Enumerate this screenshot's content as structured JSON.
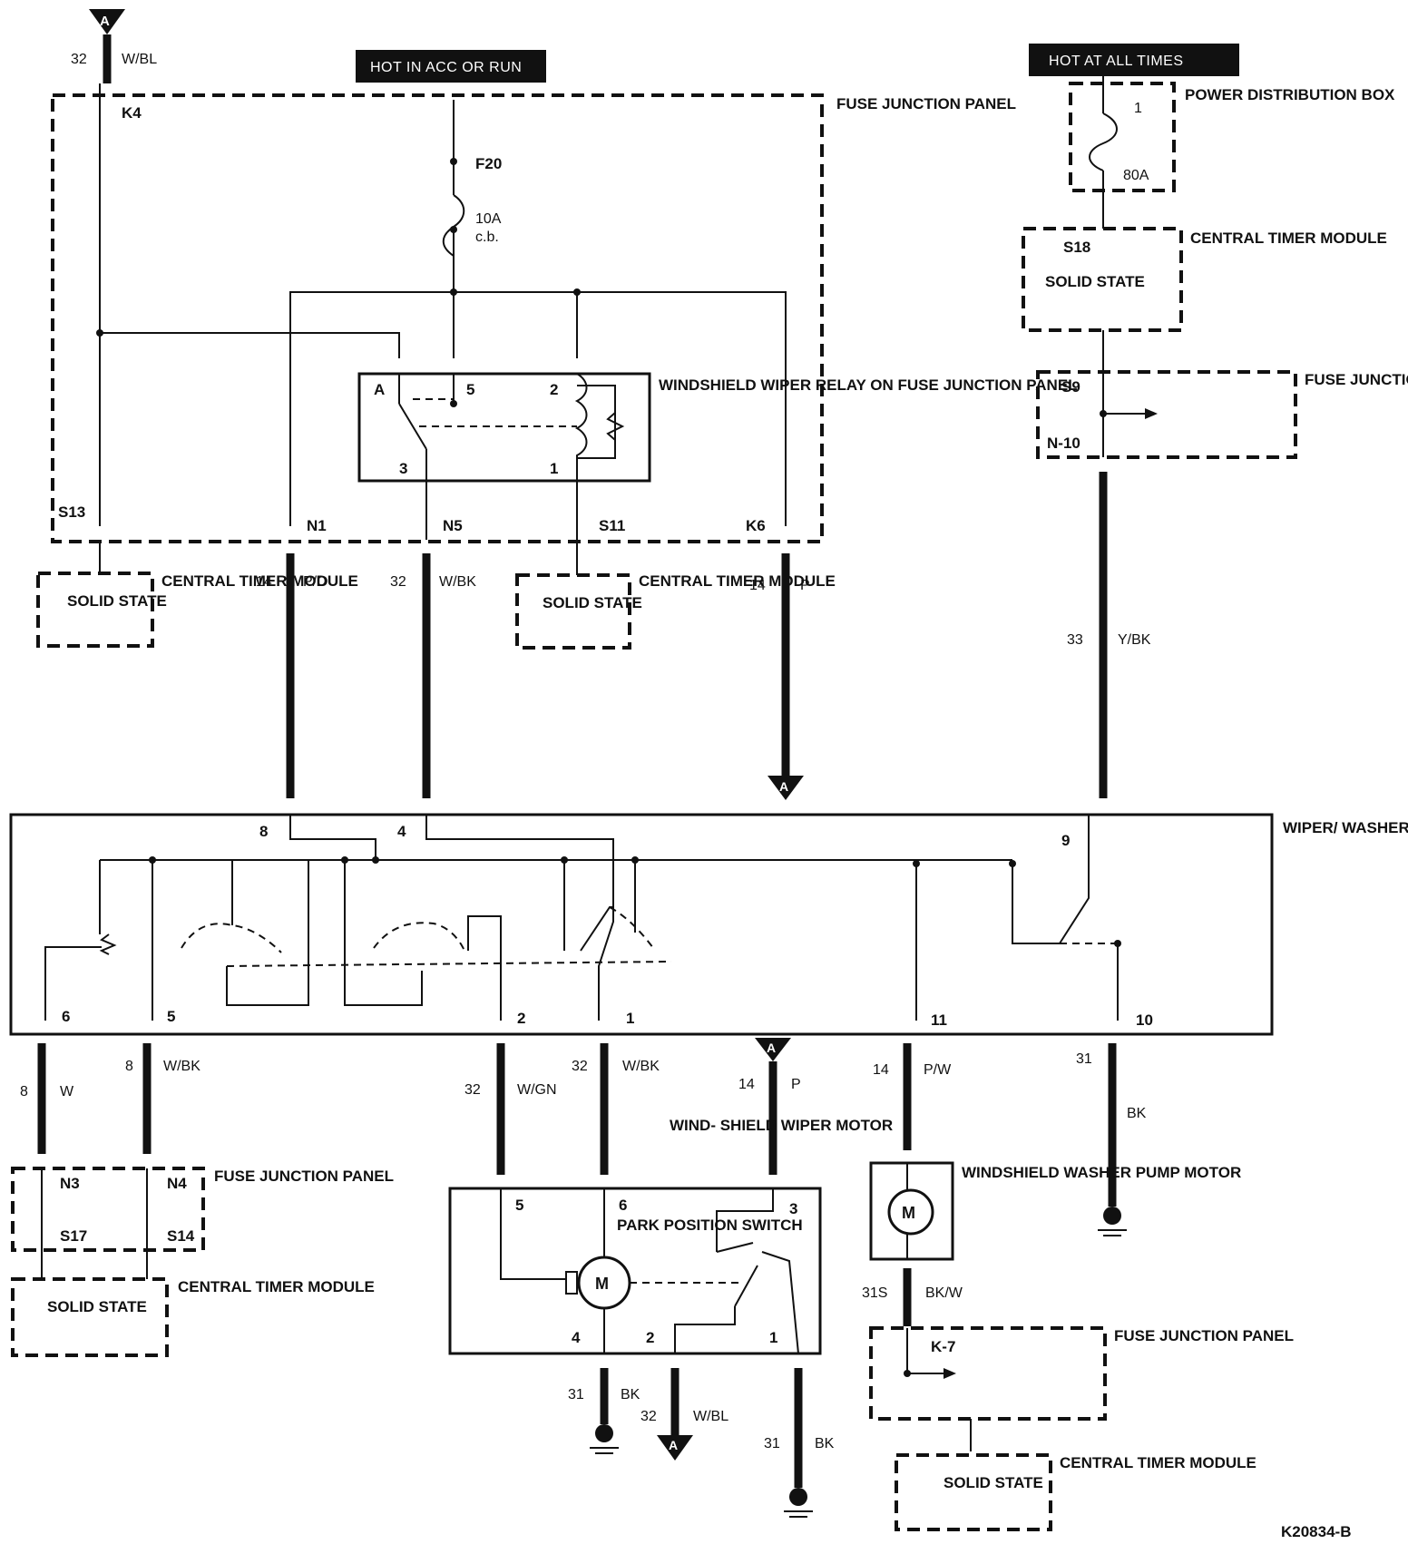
{
  "banners": {
    "hot_acc_run": "HOT IN ACC OR RUN",
    "hot_all_times": "HOT AT ALL TIMES"
  },
  "components": {
    "fuse_junction_panel_main": "FUSE JUNCTION PANEL",
    "fuse_junction_panel_right": "FUSE JUNCTION PANEL",
    "fuse_junction_panel_lower_left": "FUSE JUNCTION PANEL",
    "fuse_junction_panel_lower_right": "FUSE JUNCTION PANEL",
    "power_distribution_box": "POWER DISTRIBUTION BOX",
    "central_timer_module": "CENTRAL TIMER MODULE",
    "solid_state": "SOLID STATE",
    "wiper_relay": "WINDSHIELD WIPER RELAY ON FUSE JUNCTION PANEL",
    "wiper_washer_switch": "WIPER/ WASHER SWITCH",
    "wiper_motor": "WIND- SHIELD WIPER MOTOR",
    "park_position_switch": "PARK POSITION SWITCH",
    "washer_pump_motor": "WINDSHIELD WASHER PUMP MOTOR",
    "motor_symbol": "M"
  },
  "fuses": {
    "f20_id": "F20",
    "f20_rating": "10A",
    "f20_type": "c.b.",
    "pdb_fuse_id": "1",
    "pdb_fuse_rating": "80A"
  },
  "connector_ref": "A",
  "terminals": {
    "k4": "K4",
    "s13": "S13",
    "n1": "N1",
    "n5": "N5",
    "s11": "S11",
    "k6": "K6",
    "s18": "S18",
    "s9": "S9",
    "n10": "N-10",
    "n3": "N3",
    "n4": "N4",
    "s17": "S17",
    "s14": "S14",
    "k7": "K-7",
    "relay_a": "A",
    "relay_5": "5",
    "relay_2": "2",
    "relay_3": "3",
    "relay_1": "1",
    "sw_8": "8",
    "sw_4": "4",
    "sw_9": "9",
    "sw_6": "6",
    "sw_5": "5",
    "sw_2": "2",
    "sw_1": "1",
    "sw_11": "11",
    "sw_10": "10",
    "mot_5": "5",
    "mot_6": "6",
    "mot_3": "3",
    "mot_4": "4",
    "mot_2": "2",
    "mot_1": "1"
  },
  "wires": {
    "top_left": {
      "circuit": "32",
      "color": "W/BL"
    },
    "n1": {
      "circuit": "14",
      "color": "P/O"
    },
    "n5": {
      "circuit": "32",
      "color": "W/BK"
    },
    "k6": {
      "circuit": "14",
      "color": "P"
    },
    "right": {
      "circuit": "33",
      "color": "Y/BK"
    },
    "sw6": {
      "circuit": "8",
      "color": "W"
    },
    "sw5": {
      "circuit": "8",
      "color": "W/BK"
    },
    "sw2": {
      "circuit": "32",
      "color": "W/GN"
    },
    "sw1": {
      "circuit": "32",
      "color": "W/BK"
    },
    "mot3": {
      "circuit": "14",
      "color": "P"
    },
    "sw11": {
      "circuit": "14",
      "color": "P/W"
    },
    "sw10": {
      "circuit": "31",
      "color": "BK"
    },
    "pump": {
      "circuit": "31S",
      "color": "BK/W"
    },
    "mot4": {
      "circuit": "31",
      "color": "BK"
    },
    "mot2": {
      "circuit": "32",
      "color": "W/BL"
    },
    "mot1": {
      "circuit": "31",
      "color": "BK"
    }
  },
  "figure_id": "K20834-B"
}
